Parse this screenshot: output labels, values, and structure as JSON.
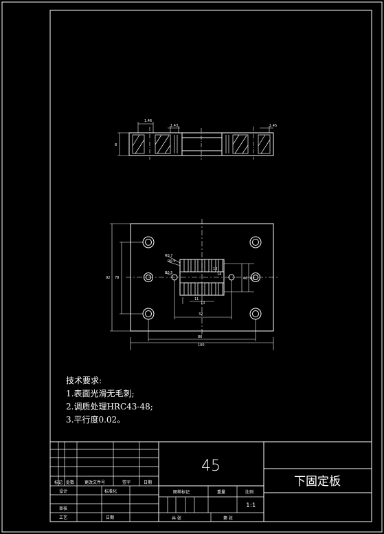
{
  "technical_requirements": {
    "heading": "技术要求:",
    "items": [
      "1.表面光滑无毛刺;",
      "2.调质处理HRC43-48;",
      "3.平行度0.02。"
    ]
  },
  "title_block": {
    "material": "45",
    "part_name": "下固定板",
    "scale": "1:1",
    "revision_labels": [
      "标记",
      "处数",
      "更改文件号",
      "签字",
      "日期"
    ],
    "row_labels": [
      "设计",
      "审核",
      "工艺"
    ],
    "standardization": "标准化",
    "approval": "日期",
    "stage_marks": "图样标记",
    "weight": "重量",
    "ratio": "比例",
    "sheet_total": "共 张",
    "sheet_no": "第 张"
  },
  "dimensions": {
    "side_view": [
      "1.46",
      "1.43",
      "1.45",
      "8"
    ],
    "plan_view": [
      "R0.7",
      "R0.5",
      "R0.5",
      "46",
      "62",
      "32",
      "11",
      "10",
      "13",
      "14",
      "78",
      "92",
      "86",
      "100"
    ]
  }
}
